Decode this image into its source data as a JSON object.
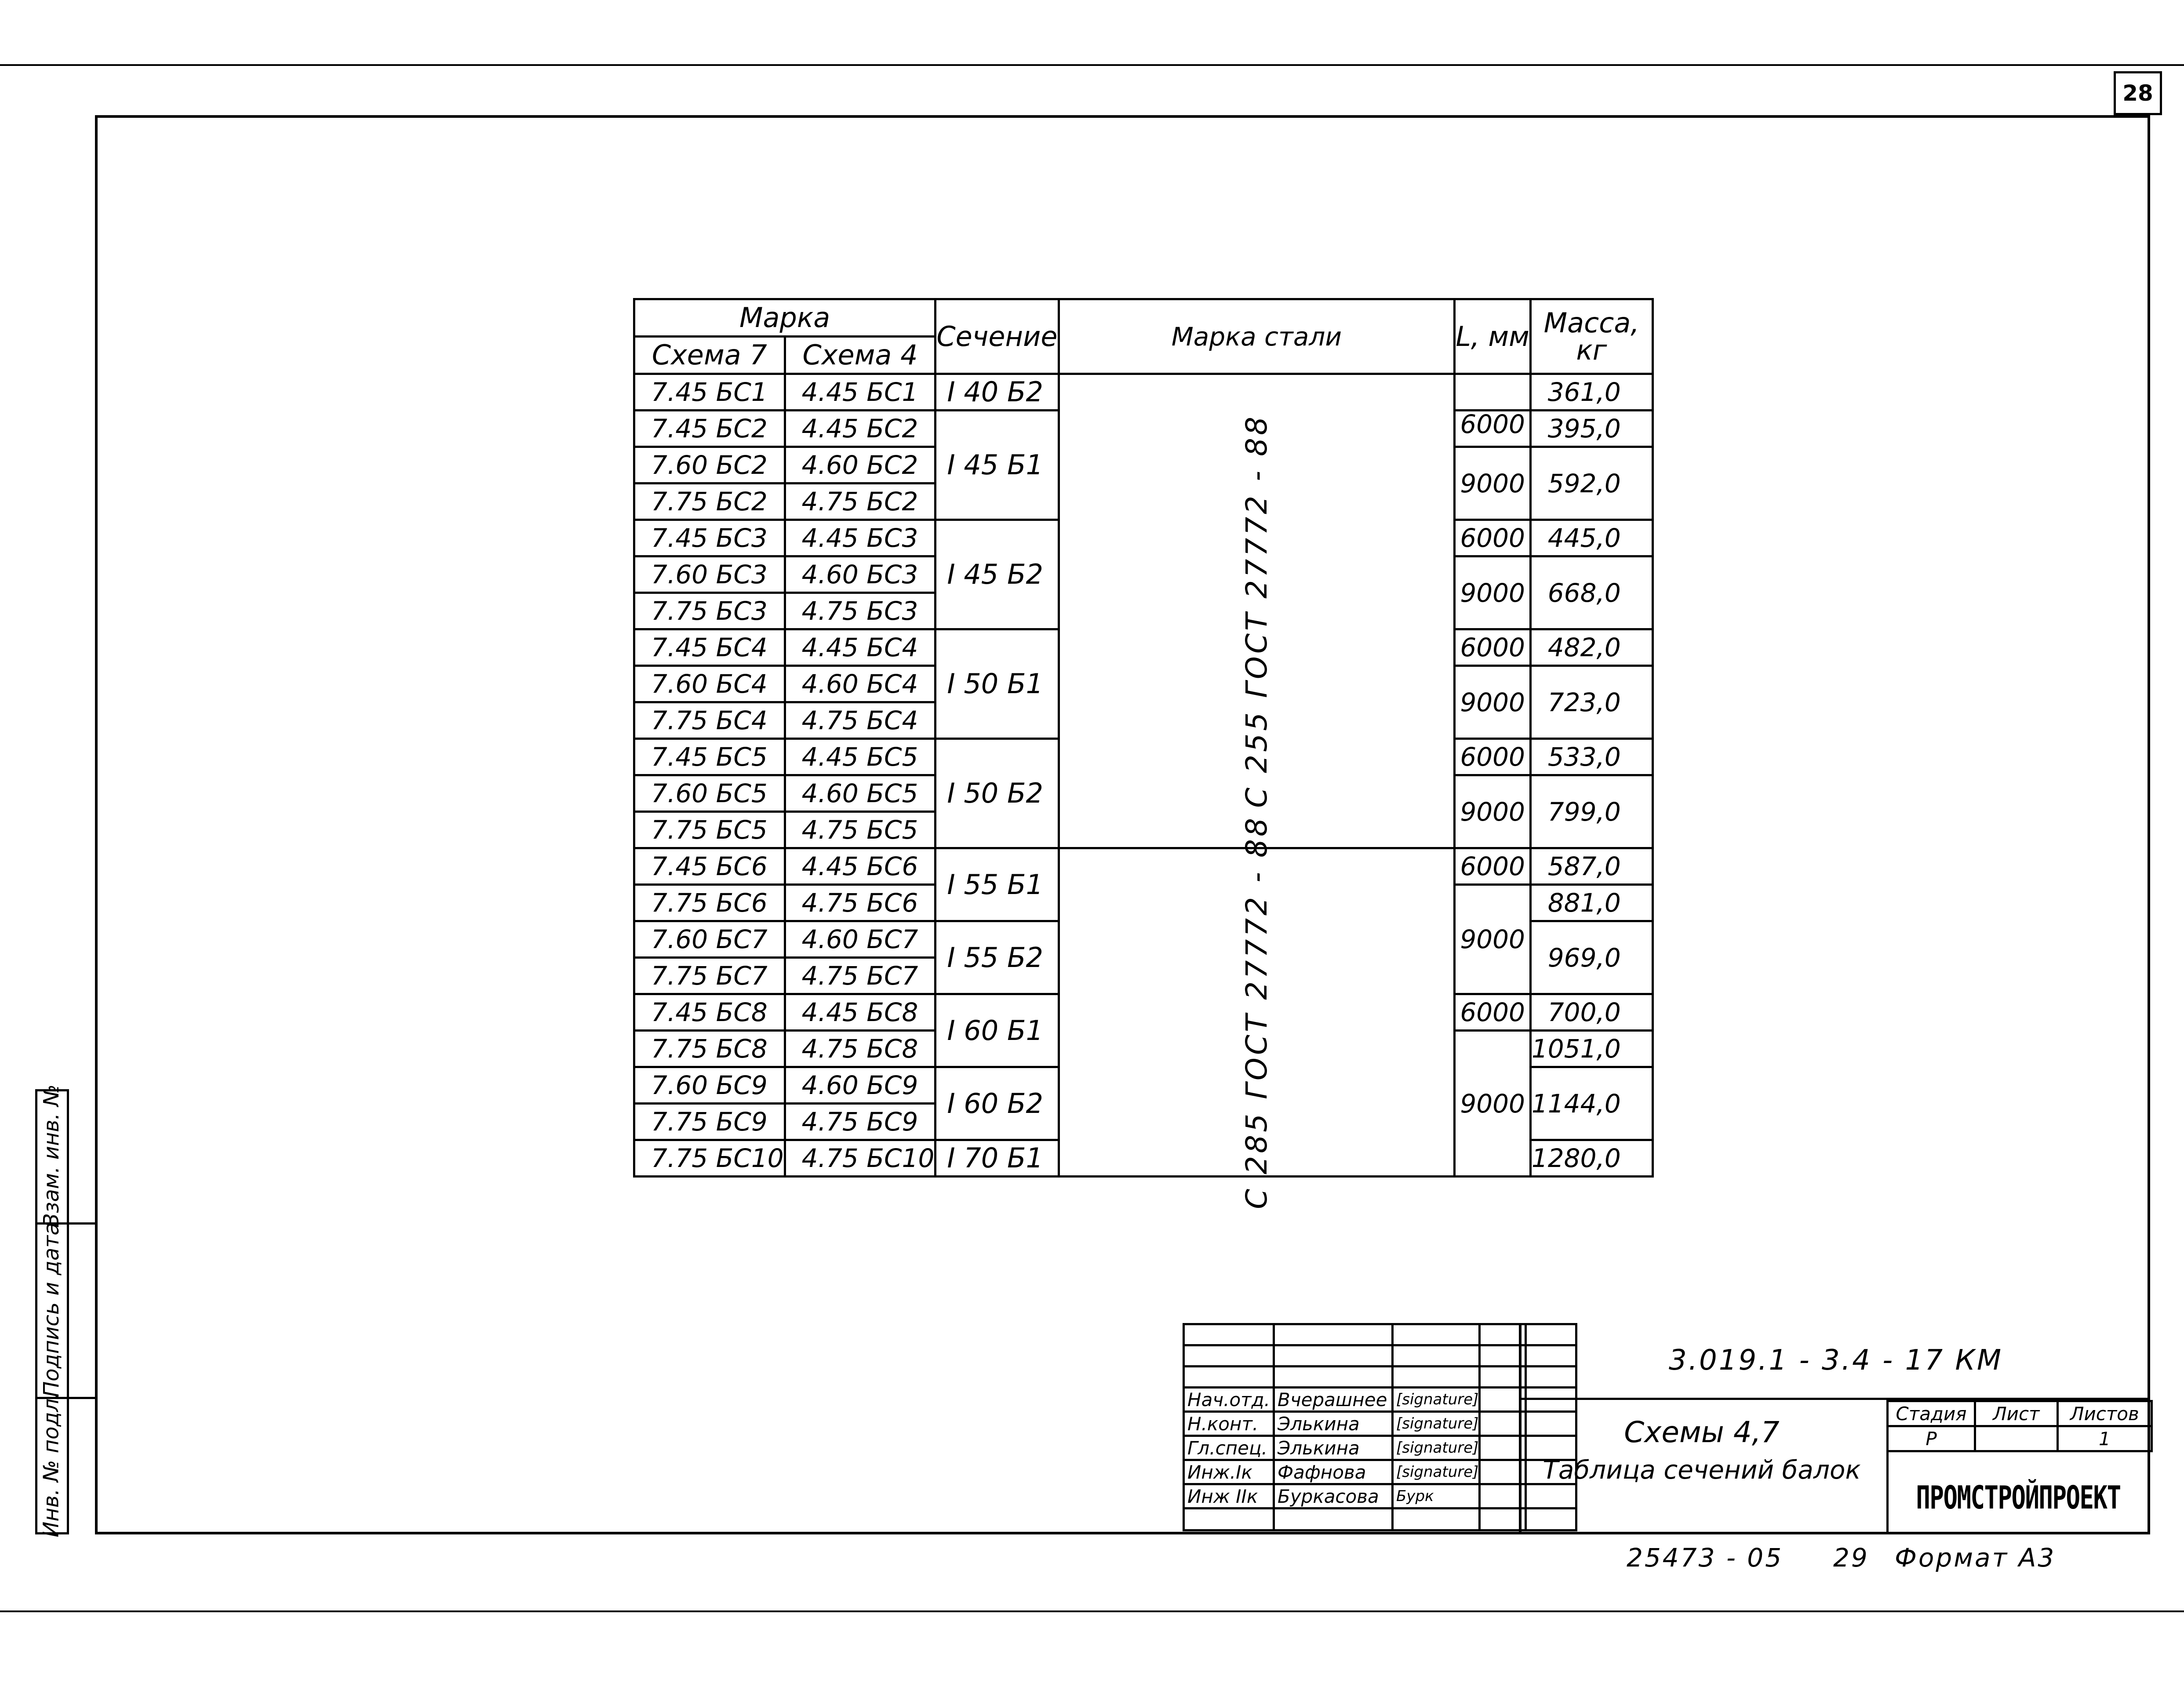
{
  "page_number": "28",
  "table": {
    "headers": {
      "marka": "Марка",
      "shema7": "Схема 7",
      "shema4": "Схема 4",
      "sechenie": "Сечение",
      "marka_stali": "Марка стали",
      "L": "L, мм",
      "massa": "Масса, кг"
    },
    "rows": [
      {
        "s7": "7.45 БС1",
        "s4": "4.45 БС1",
        "sec": "I 40 Б2",
        "L": "",
        "m": "361,0"
      },
      {
        "s7": "7.45 БС2",
        "s4": "4.45 БС2",
        "sec": "",
        "L": "6000",
        "m": "395,0"
      },
      {
        "s7": "7.60 БС2",
        "s4": "4.60 БС2",
        "sec": "I 45 Б1",
        "L": "9000",
        "m": "592,0"
      },
      {
        "s7": "7.75 БС2",
        "s4": "4.75 БС2",
        "sec": "",
        "L": "",
        "m": ""
      },
      {
        "s7": "7.45 БС3",
        "s4": "4.45 БС3",
        "sec": "",
        "L": "6000",
        "m": "445,0"
      },
      {
        "s7": "7.60 БС3",
        "s4": "4.60 БС3",
        "sec": "I 45 Б2",
        "L": "9000",
        "m": "668,0"
      },
      {
        "s7": "7.75 БС3",
        "s4": "4.75 БС3",
        "sec": "",
        "L": "",
        "m": ""
      },
      {
        "s7": "7.45 БС4",
        "s4": "4.45 БС4",
        "sec": "",
        "L": "6000",
        "m": "482,0"
      },
      {
        "s7": "7.60 БС4",
        "s4": "4.60 БС4",
        "sec": "I 50 Б1",
        "L": "9000",
        "m": "723,0"
      },
      {
        "s7": "7.75 БС4",
        "s4": "4.75 БС4",
        "sec": "",
        "L": "",
        "m": ""
      },
      {
        "s7": "7.45 БС5",
        "s4": "4.45 БС5",
        "sec": "",
        "L": "6000",
        "m": "533,0"
      },
      {
        "s7": "7.60 БС5",
        "s4": "4.60 БС5",
        "sec": "I 50 Б2",
        "L": "9000",
        "m": "799,0"
      },
      {
        "s7": "7.75 БС5",
        "s4": "4.75 БС5",
        "sec": "",
        "L": "",
        "m": ""
      },
      {
        "s7": "7.45 БС6",
        "s4": "4.45 БС6",
        "sec": "I 55 Б1",
        "L": "6000",
        "m": "587,0"
      },
      {
        "s7": "7.75 БС6",
        "s4": "4.75 БС6",
        "sec": "",
        "L": "",
        "m": "881,0"
      },
      {
        "s7": "7.60 БС7",
        "s4": "4.60 БС7",
        "sec": "I 55 Б2",
        "L": "9000",
        "m": "969,0"
      },
      {
        "s7": "7.75 БС7",
        "s4": "4.75 БС7",
        "sec": "",
        "L": "",
        "m": ""
      },
      {
        "s7": "7.45 БС8",
        "s4": "4.45 БС8",
        "sec": "I 60 Б1",
        "L": "6000",
        "m": "700,0"
      },
      {
        "s7": "7.75 БС8",
        "s4": "4.75 БС8",
        "sec": "",
        "L": "",
        "m": "1051,0"
      },
      {
        "s7": "7.60 БС9",
        "s4": "4.60 БС9",
        "sec": "I 60 Б2",
        "L": "9000",
        "m": "1144,0"
      },
      {
        "s7": "7.75 БС9",
        "s4": "4.75 БС9",
        "sec": "",
        "L": "",
        "m": ""
      },
      {
        "s7": "7.75 БС10",
        "s4": "4.75 БС10",
        "sec": "I 70 Б1",
        "L": "",
        "m": "1280,0"
      }
    ],
    "steel_1": "С 255   ГОСТ 27772 - 88",
    "steel_2": "С 285  ГОСТ 27772 - 88"
  },
  "sidebar": {
    "inv_podl": "Инв. № подл.",
    "podpis_data": "Подпись и дата",
    "vzam_inv": "Взам. инв. №"
  },
  "title_block": {
    "people": [
      {
        "role": "Нач.отд.",
        "name": "Вчерашнее",
        "sig": "[signature]"
      },
      {
        "role": "Н.конт.",
        "name": "Элькина",
        "sig": "[signature]"
      },
      {
        "role": "Гл.спец.",
        "name": "Элькина",
        "sig": "[signature]"
      },
      {
        "role": "Инж.Iк",
        "name": "Фафнова",
        "sig": "[signature]"
      },
      {
        "role": "Инж IIк",
        "name": "Буркасова",
        "sig": "Бурк"
      }
    ],
    "code": "3.019.1 - 3.4 - 17 КМ",
    "title1": "Схемы 4,7",
    "title2": "Таблица сечений балок",
    "stage_label": "Стадия",
    "sheet_label": "Лист",
    "sheets_label": "Листов",
    "stage": "Р",
    "sheet": "",
    "sheets": "1",
    "org": "ПРОМСТРОЙПРОЕКТ"
  },
  "footer": {
    "inv": "25473 - 05",
    "num": "29",
    "format": "Формат А3"
  }
}
